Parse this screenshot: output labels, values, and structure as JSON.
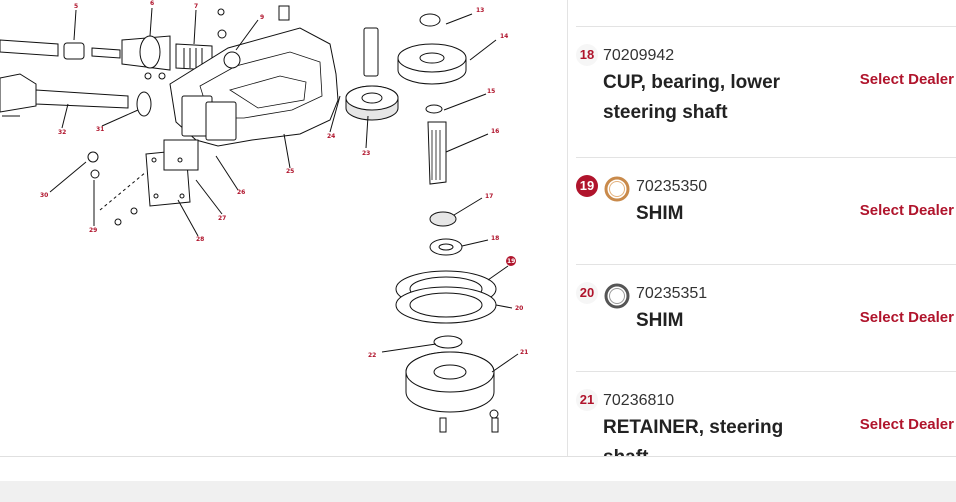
{
  "diagram": {
    "callouts": [
      "5",
      "6",
      "7",
      "9",
      "13",
      "14",
      "15",
      "16",
      "17",
      "18",
      "19",
      "20",
      "21",
      "22",
      "23",
      "24",
      "25",
      "26",
      "27",
      "28",
      "29",
      "30",
      "31",
      "32"
    ]
  },
  "parts": [
    {
      "ref": "18",
      "part_number": "70209942",
      "name_line1": "CUP, bearing, lower",
      "name_line2": "steering shaft",
      "action": "Select Dealer",
      "highlighted": false
    },
    {
      "ref": "19",
      "part_number": "70235350",
      "name_line1": "SHIM",
      "name_line2": "",
      "action": "Select Dealer",
      "highlighted": true,
      "thumb_icon": "copper-shim-icon",
      "thumb_color": "#c98a4b"
    },
    {
      "ref": "20",
      "part_number": "70235351",
      "name_line1": "SHIM",
      "name_line2": "",
      "action": "Select Dealer",
      "highlighted": false,
      "thumb_icon": "steel-shim-icon",
      "thumb_color": "#555555"
    },
    {
      "ref": "21",
      "part_number": "70236810",
      "name_line1": "RETAINER, steering",
      "name_line2": "shaft",
      "action": "Select Dealer",
      "highlighted": false
    }
  ],
  "colors": {
    "accent": "#b0142c",
    "divider": "#e3e3e3",
    "footer": "#f0f0f0"
  }
}
